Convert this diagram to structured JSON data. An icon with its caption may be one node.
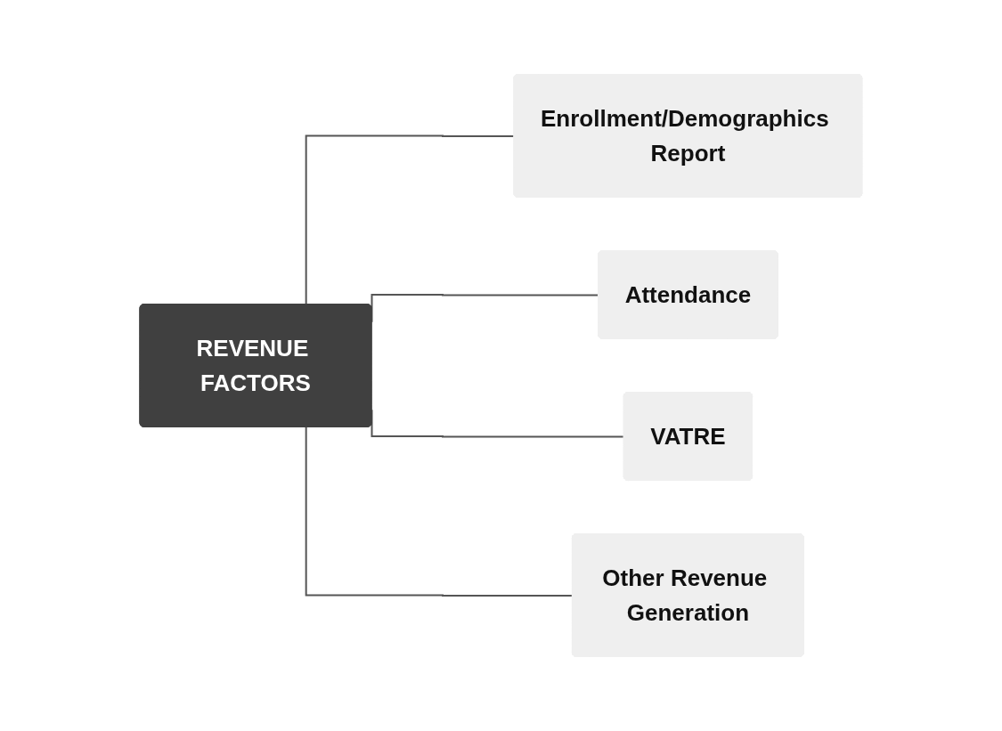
{
  "diagram": {
    "nodes": [
      {
        "text": [
          "REVENUE FACTORS"
        ]
      },
      {
        "text": [
          "Enrollment/Demographics Report"
        ]
      },
      {
        "text": [
          "Attendance"
        ]
      },
      {
        "text": [
          "VATRE"
        ]
      },
      {
        "text": [
          "Other Revenue Generation"
        ]
      }
    ],
    "edges": [
      {
        "from": 0,
        "to": 1,
        "arrow": "none"
      },
      {
        "from": 0,
        "to": 2,
        "arrow": "none"
      },
      {
        "from": 0,
        "to": 3,
        "arrow": "none"
      },
      {
        "from": 0,
        "to": 4,
        "arrow": "none"
      }
    ]
  }
}
